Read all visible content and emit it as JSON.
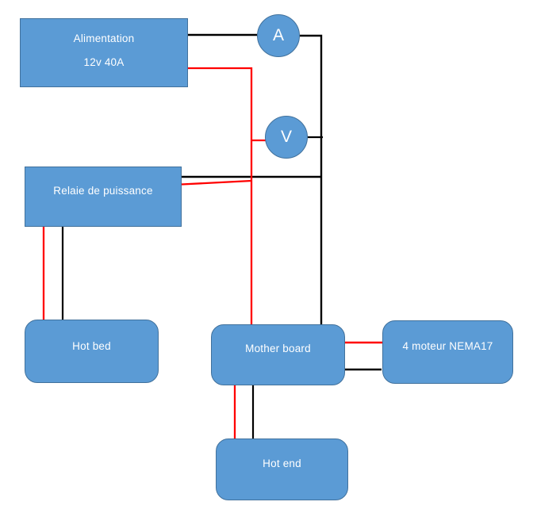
{
  "nodes": {
    "alimentation": {
      "line1": "Alimentation",
      "line2": "12v 40A"
    },
    "relay": {
      "label": "Relaie de puissance"
    },
    "hot_bed": {
      "label": "Hot bed"
    },
    "mother_board": {
      "label": "Mother board"
    },
    "nema_motors": {
      "label": "4 moteur NEMA17"
    },
    "hot_end": {
      "label": "Hot end"
    },
    "ammeter": {
      "label": "A"
    },
    "voltmeter": {
      "label": "V"
    }
  },
  "colors": {
    "node_fill": "#5B9BD5",
    "node_border": "#41719C",
    "node_text": "#FFFFFF",
    "wire_positive": "#FF0000",
    "wire_negative": "#000000",
    "background": "#FFFFFF"
  },
  "connections": [
    {
      "from": "Alimentation 12v 40A",
      "to": "A (ammeter)",
      "color": "black"
    },
    {
      "from": "A (ammeter)",
      "to": "Mother board",
      "color": "black"
    },
    {
      "from": "Alimentation 12v 40A",
      "to": "Mother board",
      "color": "red"
    },
    {
      "from": "V (voltmeter)",
      "to": "red supply line",
      "color": "red"
    },
    {
      "from": "V (voltmeter)",
      "to": "black supply line",
      "color": "black"
    },
    {
      "from": "Relaie de puissance",
      "to": "black supply line",
      "color": "black"
    },
    {
      "from": "Relaie de puissance",
      "to": "red supply line",
      "color": "red"
    },
    {
      "from": "Relaie de puissance",
      "to": "Hot bed",
      "color": "red"
    },
    {
      "from": "Relaie de puissance",
      "to": "Hot bed",
      "color": "black"
    },
    {
      "from": "Mother board",
      "to": "4 moteur NEMA17",
      "color": "red"
    },
    {
      "from": "Mother board",
      "to": "4 moteur NEMA17",
      "color": "black"
    },
    {
      "from": "Mother board",
      "to": "Hot end",
      "color": "red"
    },
    {
      "from": "Mother board",
      "to": "Hot end",
      "color": "black"
    }
  ]
}
